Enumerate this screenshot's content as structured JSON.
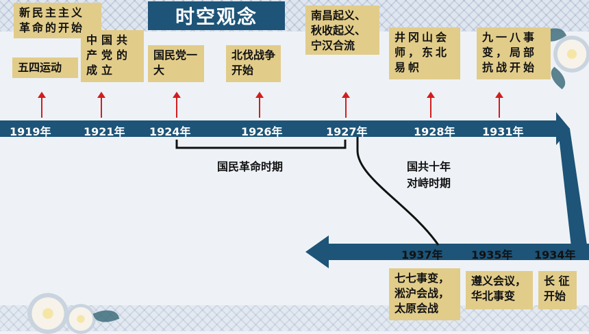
{
  "title": "时空观念",
  "top_events": [
    {
      "id": "1919-early",
      "text": "新民主主义革命的开始"
    },
    {
      "id": "1919",
      "text": "五四运动"
    },
    {
      "id": "1921",
      "text": "中国共产党的成立"
    },
    {
      "id": "1924",
      "text": "国民党一大"
    },
    {
      "id": "1926",
      "text": "北伐战争开始"
    },
    {
      "id": "1927",
      "text": "南昌起义、秋收起义、宁汉合流"
    },
    {
      "id": "1928",
      "text": "井冈山会师，东北易帜"
    },
    {
      "id": "1931",
      "text": "九一八事变，局部抗战开始"
    }
  ],
  "top_years": [
    "1919年",
    "1921年",
    "1924年",
    "1926年",
    "1927年",
    "1928年",
    "1931年"
  ],
  "bottom_years": [
    "1937年",
    "1935年",
    "1934年"
  ],
  "bottom_events": [
    {
      "id": "1937",
      "text": "七七事变，淞沪会战，太原会战"
    },
    {
      "id": "1935",
      "text": "遵义会议，华北事变"
    },
    {
      "id": "1934",
      "text": "长 征开始"
    }
  ],
  "periods": {
    "national_revolution": "国民革命时期",
    "ten_years_line1": "国共十年",
    "ten_years_line2": "对峙时期"
  },
  "colors": {
    "timeline": "#1d5478",
    "card": "#e1cc8a",
    "arrow": "#d21d1d"
  }
}
